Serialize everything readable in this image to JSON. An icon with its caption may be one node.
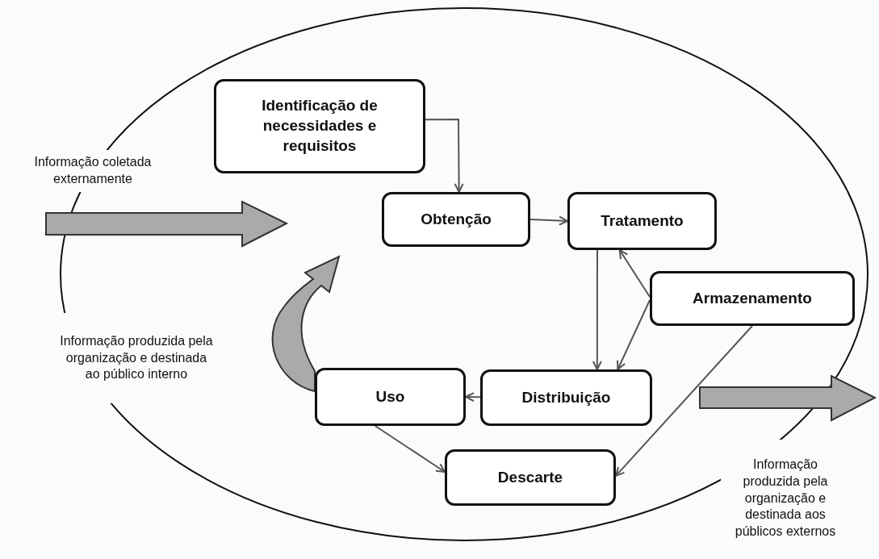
{
  "diagram": {
    "nodes": [
      {
        "text": [
          "Identificação de necessidades e requisitos"
        ]
      },
      {
        "text": [
          "Obtenção"
        ]
      },
      {
        "text": [
          "Tratamento"
        ]
      },
      {
        "text": [
          "Armazenamento"
        ]
      },
      {
        "text": [
          "Distribuição"
        ]
      },
      {
        "text": [
          "Uso"
        ]
      },
      {
        "text": [
          "Descarte"
        ]
      },
      {
        "text": [
          "Informação coletada externamente"
        ]
      },
      {
        "text": [
          "Informação produzida pela organização e destinada ao público interno"
        ]
      },
      {
        "text": [
          "Informação produzida pela organização e destinada aos públicos externos"
        ]
      }
    ],
    "edges": [
      {
        "from": 0,
        "to": 1,
        "arrow": "to"
      },
      {
        "from": 1,
        "to": 2,
        "arrow": "to"
      },
      {
        "from": 2,
        "to": 4,
        "arrow": "to"
      },
      {
        "from": 3,
        "to": 2,
        "arrow": "to"
      },
      {
        "from": 3,
        "to": 4,
        "arrow": "to"
      },
      {
        "from": 4,
        "to": 5,
        "arrow": "to"
      },
      {
        "from": 5,
        "to": 6,
        "arrow": "to"
      },
      {
        "from": 3,
        "to": 6,
        "arrow": "to"
      }
    ]
  }
}
